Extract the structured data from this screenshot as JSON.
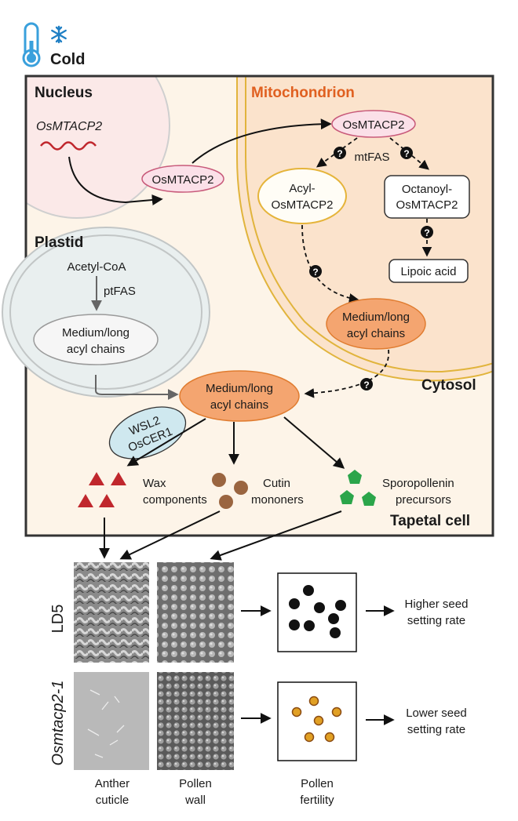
{
  "header": {
    "cold_label": "Cold"
  },
  "compartments": {
    "nucleus": "Nucleus",
    "mitochondrion": "Mitochondrion",
    "plastid": "Plastid",
    "cytosol": "Cytosol",
    "tapetal_cell": "Tapetal cell"
  },
  "nucleus": {
    "gene": "OsMTACP2"
  },
  "cytosol_protein": "OsMTACP2",
  "mitochondrion": {
    "protein": "OsMTACP2",
    "pathway": "mtFAS",
    "acyl": [
      "Acyl-",
      "OsMTACP2"
    ],
    "octanoyl": [
      "Octanoyl-",
      "OsMTACP2"
    ],
    "lipoic": "Lipoic acid",
    "chains": [
      "Medium/long",
      "acyl chains"
    ],
    "unknown_mark": "?"
  },
  "plastid": {
    "substrate": "Acetyl-CoA",
    "pathway": "ptFAS",
    "chains": [
      "Medium/long",
      "acyl chains"
    ]
  },
  "cytosol_chains": [
    "Medium/long",
    "acyl chains"
  ],
  "enzymes": [
    "WSL2",
    "OsCER1"
  ],
  "products": {
    "wax": [
      "Wax",
      "components"
    ],
    "cutin": [
      "Cutin",
      "mononers"
    ],
    "sporopollenin": [
      "Sporopollenin",
      "precursors"
    ]
  },
  "rows": [
    {
      "label": "LD5",
      "outcome": [
        "Higher seed",
        "setting rate"
      ]
    },
    {
      "label": "Osmtacp2-1",
      "outcome": [
        "Lower seed",
        "setting rate"
      ]
    }
  ],
  "columns": {
    "anther": [
      "Anther",
      "cuticle"
    ],
    "pollen_wall": [
      "Pollen",
      "wall"
    ],
    "fertility": [
      "Pollen",
      "fertility"
    ]
  },
  "colors": {
    "frame": "#333333",
    "cell_bg": "#fdf4e8",
    "mito_title": "#e06020",
    "mito_fill": "#fbe3cc",
    "mito_membrane": "#e1b43c",
    "protein_fill": "#fbe0e8",
    "protein_stroke": "#c85a7a",
    "acyl_stroke": "#e5b43a",
    "chains_fill": "#f4a570",
    "plastid_fill": "#e9efef",
    "enzyme_fill": "#cfe8ef",
    "wax": "#c0272d",
    "cutin": "#9a6540",
    "sporopollenin": "#2ba54a",
    "thermo": "#3aa0dc",
    "snow": "#1f7fc4"
  }
}
